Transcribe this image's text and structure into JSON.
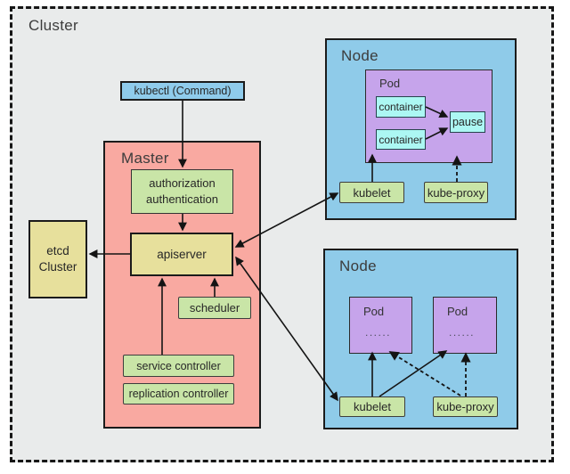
{
  "cluster": {
    "label": "Cluster"
  },
  "kubectl": {
    "label": "kubectl (Command)"
  },
  "master": {
    "label": "Master",
    "auth_line1": "authorization",
    "auth_line2": "authentication",
    "apiserver": "apiserver",
    "scheduler": "scheduler",
    "service_controller": "service controller",
    "replication_controller": "replication controller"
  },
  "etcd": {
    "line1": "etcd",
    "line2": "Cluster"
  },
  "node_top": {
    "label": "Node",
    "pod": {
      "label": "Pod",
      "container1": "container",
      "container2": "container",
      "pause": "pause"
    },
    "kubelet": "kubelet",
    "kube_proxy": "kube-proxy"
  },
  "node_bottom": {
    "label": "Node",
    "pod1": {
      "label": "Pod",
      "dots": "......"
    },
    "pod2": {
      "label": "Pod",
      "dots": "......"
    },
    "kubelet": "kubelet",
    "kube_proxy": "kube-proxy"
  },
  "colors": {
    "background": "#E9EBEB",
    "node_blue": "#8FCBE9",
    "kubectl_blue": "#8FCBEB",
    "master_pink": "#F9A9A1",
    "green": "#C9E5A7",
    "yellow": "#E7E09C",
    "pod_purple": "#C6A4EB",
    "container_cyan": "#ACF7F3",
    "line_black": "#141414"
  }
}
